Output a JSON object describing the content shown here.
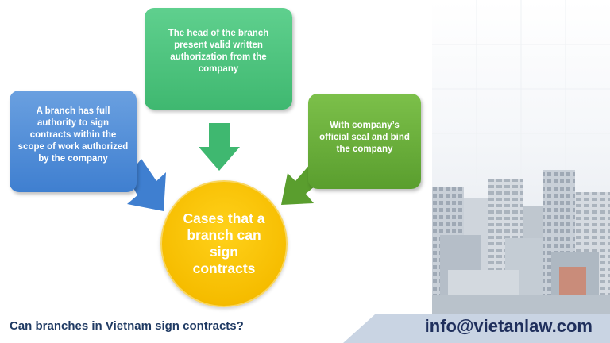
{
  "diagram": {
    "center": "Cases that a branch can sign contracts",
    "top_box": "The head of the branch present valid written authorization from the company",
    "left_box": "A branch has full authority to sign contracts within the scope of work authorized by the company",
    "right_box": "With company’s official seal and bind the company"
  },
  "footer": {
    "question": "Can branches in Vietnam sign contracts?",
    "email": "info@vietanlaw.com"
  },
  "colors": {
    "blue": "#4a8ad6",
    "green_top": "#4cc07c",
    "green_right": "#68ae3a",
    "center_yellow": "#f6bd00",
    "footer_navy": "#1f2f5c",
    "footer_band": "#c9d4e3"
  }
}
